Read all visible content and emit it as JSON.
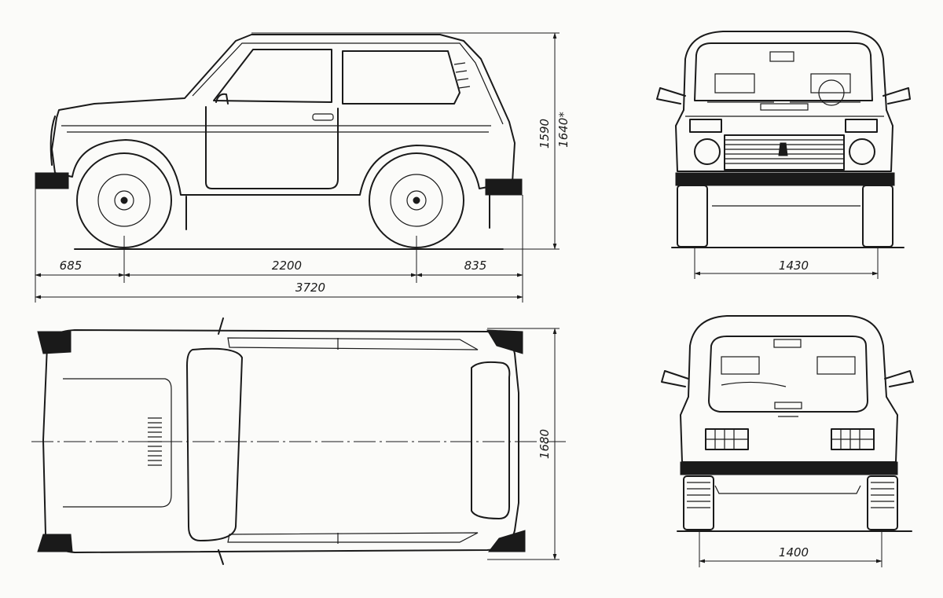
{
  "dimensions": {
    "front_overhang": "685",
    "wheelbase": "2200",
    "rear_overhang": "835",
    "overall_length": "3720",
    "height": "1590",
    "height_alt": "1640*",
    "front_track": "1430",
    "width": "1680",
    "rear_track": "1400"
  },
  "views": [
    "side-view",
    "top-view",
    "front-view",
    "rear-view"
  ],
  "colors": {
    "ink": "#1a1a1a",
    "paper": "#fbfbf9"
  }
}
